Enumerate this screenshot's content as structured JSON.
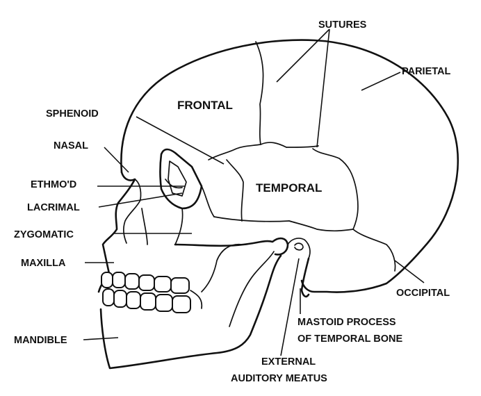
{
  "labels": {
    "sutures": "SUTURES",
    "parietal": "PARIETAL",
    "frontal": "FRONTAL",
    "sphenoid": "SPHENOID",
    "nasal": "NASAL",
    "ethmoid": "ETHMO'D",
    "lacrimal": "LACRIMAL",
    "temporal": "TEMPORAL",
    "zygomatic": "ZYGOMATIC",
    "maxilla": "MAXILLA",
    "occipital": "OCCIPITAL",
    "mastoid_line1": "MASTOID PROCESS",
    "mastoid_line2": "OF TEMPORAL BONE",
    "mandible": "MANDIBLE",
    "external_line1": "EXTERNAL",
    "external_line2": "AUDITORY MEATUS"
  }
}
